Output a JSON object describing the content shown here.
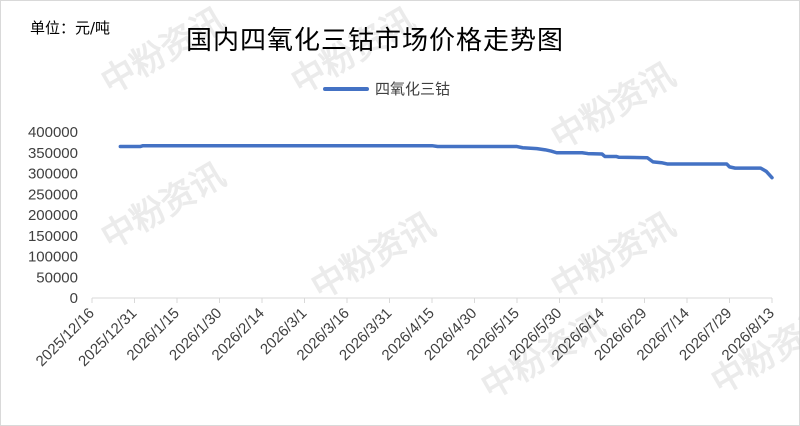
{
  "unit_label": "单位：元/吨",
  "watermark": "中粉资讯",
  "chart_data": {
    "type": "line",
    "title": "国内四氧化三钴市场价格走势图",
    "xlabel": "",
    "ylabel": "",
    "ylim": [
      0,
      400000
    ],
    "y_ticks": [
      "400000",
      "350000",
      "300000",
      "250000",
      "200000",
      "150000",
      "100000",
      "50000",
      "0"
    ],
    "x_ticks": [
      "2025/12/16",
      "2025/12/31",
      "2026/1/15",
      "2026/1/30",
      "2026/2/14",
      "2026/3/1",
      "2026/3/16",
      "2026/3/31",
      "2026/4/15",
      "2026/4/30",
      "2026/5/15",
      "2026/5/30",
      "2026/6/14",
      "2026/6/29",
      "2026/7/14",
      "2026/7/29",
      "2026/8/13"
    ],
    "x_range": [
      "2025/12/16",
      "2026/8/13"
    ],
    "grid": false,
    "legend": "top-center",
    "series": [
      {
        "name": "四氧化三钴",
        "color": "#4472c4",
        "points": [
          [
            "2025/12/26",
            365000
          ],
          [
            "2026/1/2",
            365000
          ],
          [
            "2026/1/3",
            367000
          ],
          [
            "2026/4/15",
            367000
          ],
          [
            "2026/4/17",
            365000
          ],
          [
            "2026/5/15",
            365000
          ],
          [
            "2026/5/17",
            362000
          ],
          [
            "2026/5/22",
            360000
          ],
          [
            "2026/5/25",
            357000
          ],
          [
            "2026/5/27",
            354000
          ],
          [
            "2026/5/29",
            350000
          ],
          [
            "2026/6/7",
            350000
          ],
          [
            "2026/6/9",
            348000
          ],
          [
            "2026/6/14",
            347000
          ],
          [
            "2026/6/15",
            341000
          ],
          [
            "2026/6/19",
            341000
          ],
          [
            "2026/6/20",
            339000
          ],
          [
            "2026/6/30",
            338000
          ],
          [
            "2026/7/2",
            328000
          ],
          [
            "2026/7/5",
            326000
          ],
          [
            "2026/7/7",
            323000
          ],
          [
            "2026/7/28",
            323000
          ],
          [
            "2026/7/29",
            316000
          ],
          [
            "2026/7/31",
            313000
          ],
          [
            "2026/8/9",
            313000
          ],
          [
            "2026/8/11",
            305000
          ],
          [
            "2026/8/13",
            290000
          ]
        ]
      }
    ]
  }
}
